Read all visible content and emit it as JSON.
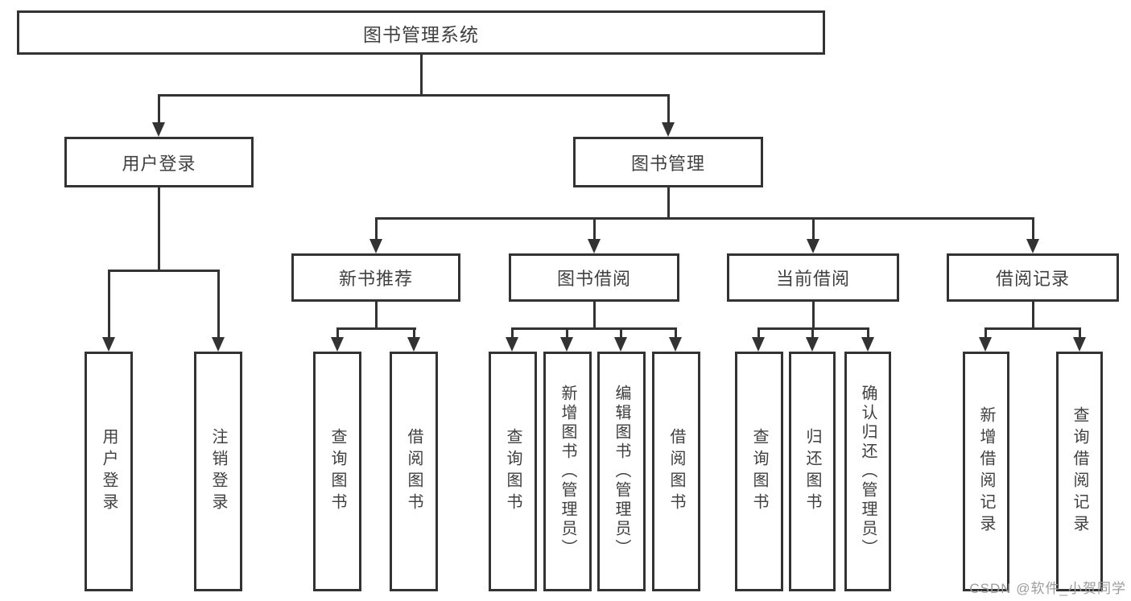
{
  "diagram_type": "hierarchy",
  "tree": {
    "label": "图书管理系统",
    "children": [
      {
        "label": "用户登录",
        "children": [
          {
            "label": "用户登录"
          },
          {
            "label": "注销登录"
          }
        ]
      },
      {
        "label": "图书管理",
        "children": [
          {
            "label": "新书推荐",
            "children": [
              {
                "label": "查询图书"
              },
              {
                "label": "借阅图书"
              }
            ]
          },
          {
            "label": "图书借阅",
            "children": [
              {
                "label": "查询图书"
              },
              {
                "label": "新增图书（管理员）"
              },
              {
                "label": "编辑图书（管理员）"
              },
              {
                "label": "借阅图书"
              }
            ]
          },
          {
            "label": "当前借阅",
            "children": [
              {
                "label": "查询图书"
              },
              {
                "label": "归还图书"
              },
              {
                "label": "确认归还（管理员）"
              }
            ]
          },
          {
            "label": "借阅记录",
            "children": [
              {
                "label": "新增借阅记录"
              },
              {
                "label": "查询借阅记录"
              }
            ]
          }
        ]
      }
    ]
  },
  "watermark": {
    "text": "CSDN @软件_小贺同学"
  },
  "colors": {
    "line": "#333333",
    "text": "#404040",
    "watermark": "#9c9c9c",
    "background": "#ffffff"
  }
}
